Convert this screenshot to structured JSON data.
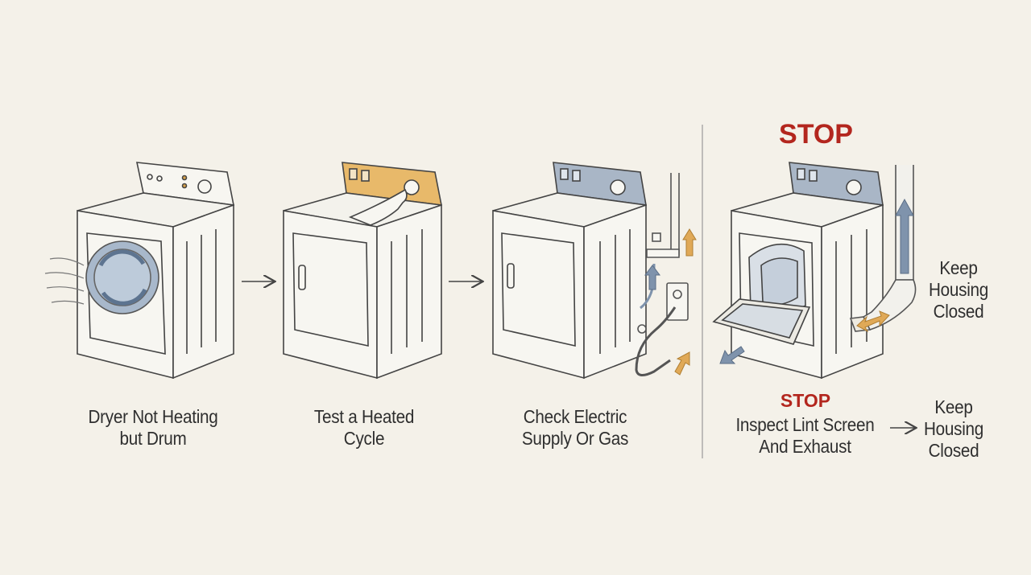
{
  "steps": [
    {
      "line1": "Dryer Not Heating",
      "line2": "but Drum"
    },
    {
      "line1": "Test a Heated",
      "line2": "Cycle"
    },
    {
      "line1": "Check Electric",
      "line2": "Supply Or Gas"
    },
    {
      "line1": "Inspect Lint Screen",
      "line2": "And Exhaust"
    }
  ],
  "stop": {
    "heading": "STOP",
    "label": "STOP"
  },
  "keep_housing": {
    "line1": "Keep",
    "line2": "Housing",
    "line3": "Closed"
  },
  "keep_housing_bottom": {
    "line1": "Keep",
    "line2": "Housing",
    "line3": "Closed"
  },
  "colors": {
    "stop_red": "#b3261e",
    "accent_orange": "#d9a24a",
    "accent_blue": "#7f93ac",
    "background": "#f4f1e9"
  }
}
